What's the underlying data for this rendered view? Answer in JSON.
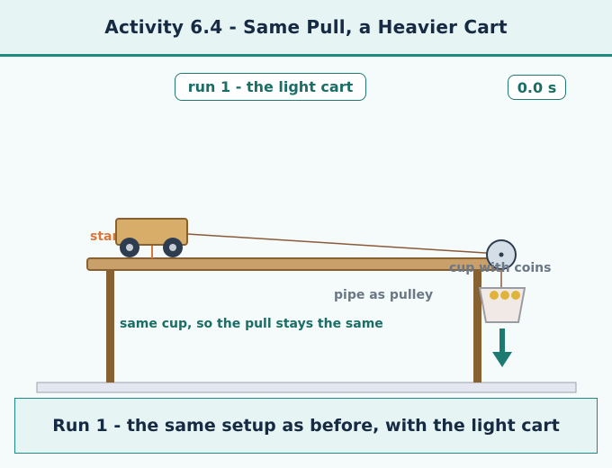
{
  "header": {
    "title": "Activity 6.4 - Same Pull, a Heavier Cart"
  },
  "run_label": "run 1 - the light cart",
  "timer": "0.0 s",
  "labels": {
    "start": "start",
    "cup": "cup with coins",
    "pulley": "pipe as pulley",
    "same_cup_note": "same cup, so the pull stays the same"
  },
  "caption": "Run 1 - the same setup as before, with the light cart",
  "colors": {
    "accent": "#1f8a80",
    "title_text": "#162a44",
    "note_text": "#1a6e66",
    "label_grey": "#6b7785",
    "start_label": "#d9773a",
    "table": "#c9a06a",
    "cart": "#d8ad6a",
    "wheels": "#2e3c50",
    "coins": "#e0b33a",
    "arrow": "#1d7a70"
  }
}
